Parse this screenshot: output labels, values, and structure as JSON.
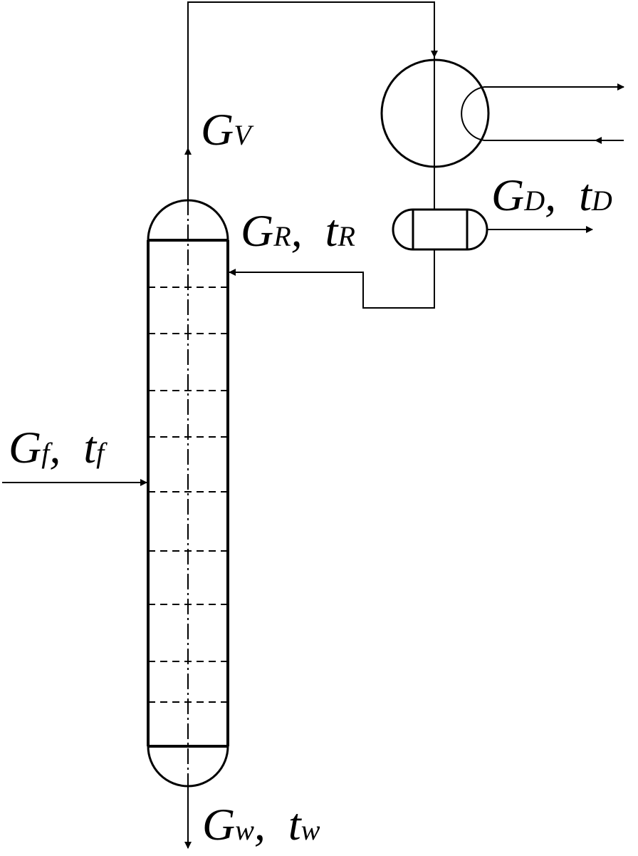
{
  "labels": {
    "vapor": {
      "main": "G",
      "sub": "V"
    },
    "reflux": {
      "main1": "G",
      "sub1": "R",
      "sep": ",  ",
      "main2": "t",
      "sub2": "R"
    },
    "distillate": {
      "main1": "G",
      "sub1": "D",
      "sep": ",  ",
      "main2": "t",
      "sub2": "D"
    },
    "feed": {
      "main1": "G",
      "sub1": "f",
      "sep": ",  ",
      "main2": "t",
      "sub2": "f"
    },
    "bottoms": {
      "main1": "G",
      "sub1": "w",
      "sep": ",  ",
      "main2": "t",
      "sub2": "w"
    }
  },
  "column": {
    "tray_count": 10
  }
}
